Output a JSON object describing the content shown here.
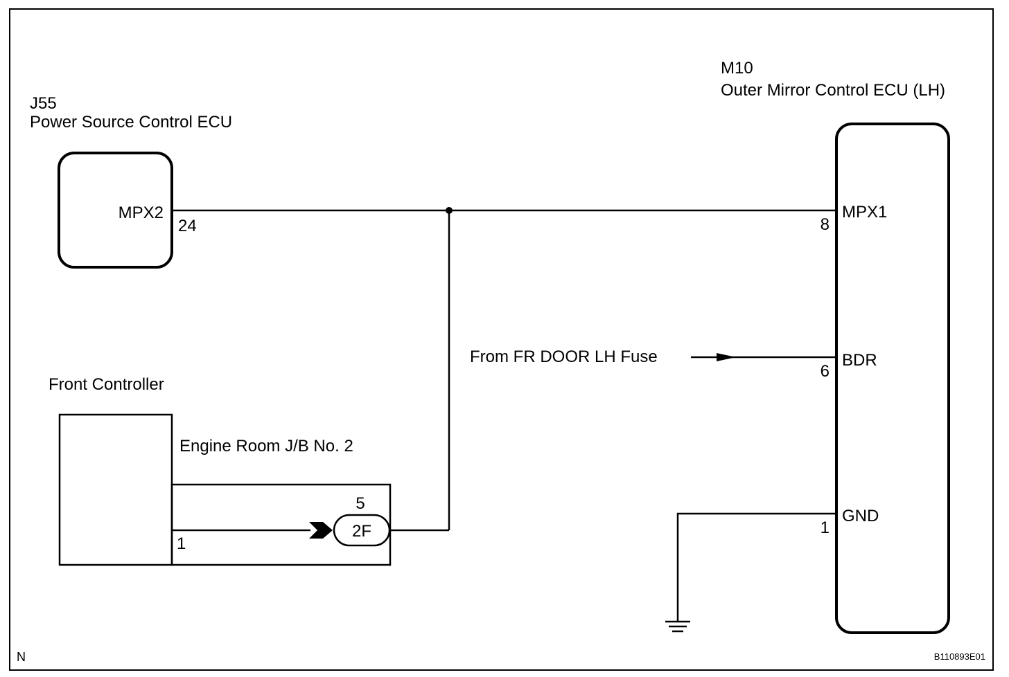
{
  "power_source_ecu": {
    "code": "J55",
    "name": "Power Source Control ECU",
    "terminal_label": "MPX2",
    "pin": "24"
  },
  "mirror_ecu": {
    "code": "M10",
    "name": "Outer Mirror Control ECU (LH)",
    "terminals": [
      {
        "label": "MPX1",
        "pin": "8"
      },
      {
        "label": "BDR",
        "pin": "6"
      },
      {
        "label": "GND",
        "pin": "1"
      }
    ]
  },
  "front_controller": {
    "name": "Front Controller",
    "pin": "1"
  },
  "junction_block": {
    "name": "Engine Room J/B No. 2",
    "connector": "2F",
    "pin": "5"
  },
  "fuse_source": "From FR DOOR LH Fuse",
  "footer": {
    "corner_letter": "N",
    "figure_code": "B110893E01"
  }
}
